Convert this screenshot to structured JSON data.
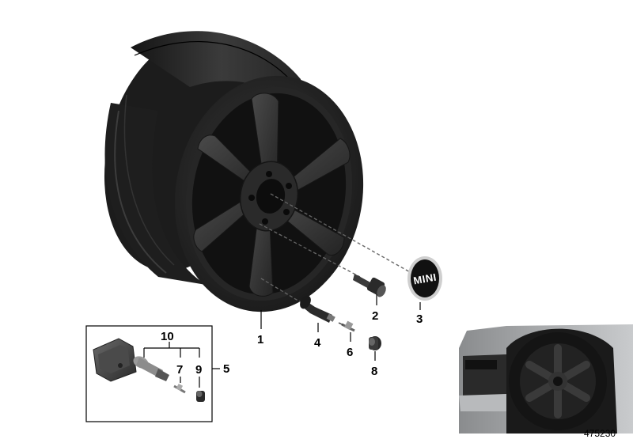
{
  "diagram": {
    "labels": {
      "wheel": "1",
      "lug_bolt": "2",
      "hub_cap": "3",
      "valve": "4",
      "kit_box": "5",
      "valve_core": "6",
      "valve_core_kit": "7",
      "valve_cap": "8",
      "valve_cap_kit": "9",
      "tpms_sensor_kit": "10"
    },
    "hub_cap_logo_text": "MINI",
    "document_number": "475230"
  }
}
